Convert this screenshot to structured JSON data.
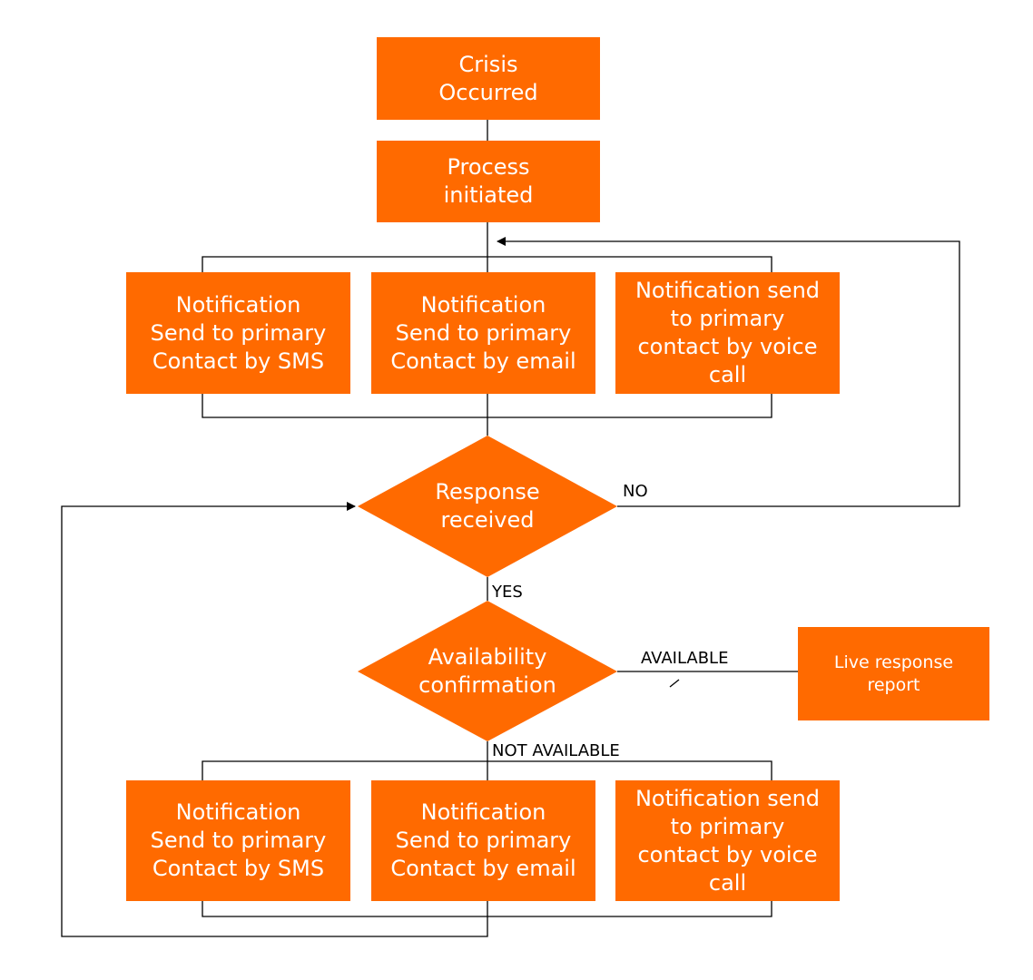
{
  "colors": {
    "node_fill": "#ff6a00",
    "node_text": "#ffffff",
    "connector": "#000000",
    "label_text": "#000000"
  },
  "nodes": {
    "crisis": "Crisis\nOccurred",
    "process": "Process\ninitiated",
    "top_sms": "Notification\nSend to primary\nContact by SMS",
    "top_email": "Notification\nSend to primary\nContact by email",
    "top_voice": "Notification send\nto primary\ncontact by voice\ncall",
    "response_received": "Response\nreceived",
    "availability_confirmation": "Availability\nconfirmation",
    "live_response_report": "Live response\nreport",
    "bottom_sms": "Notification\nSend to primary\nContact by SMS",
    "bottom_email": "Notification\nSend to primary\nContact by email",
    "bottom_voice": "Notification send\nto primary\ncontact by voice\ncall"
  },
  "edge_labels": {
    "no": "NO",
    "yes": "YES",
    "available": "AVAILABLE",
    "not_available": "NOT AVAILABLE"
  }
}
